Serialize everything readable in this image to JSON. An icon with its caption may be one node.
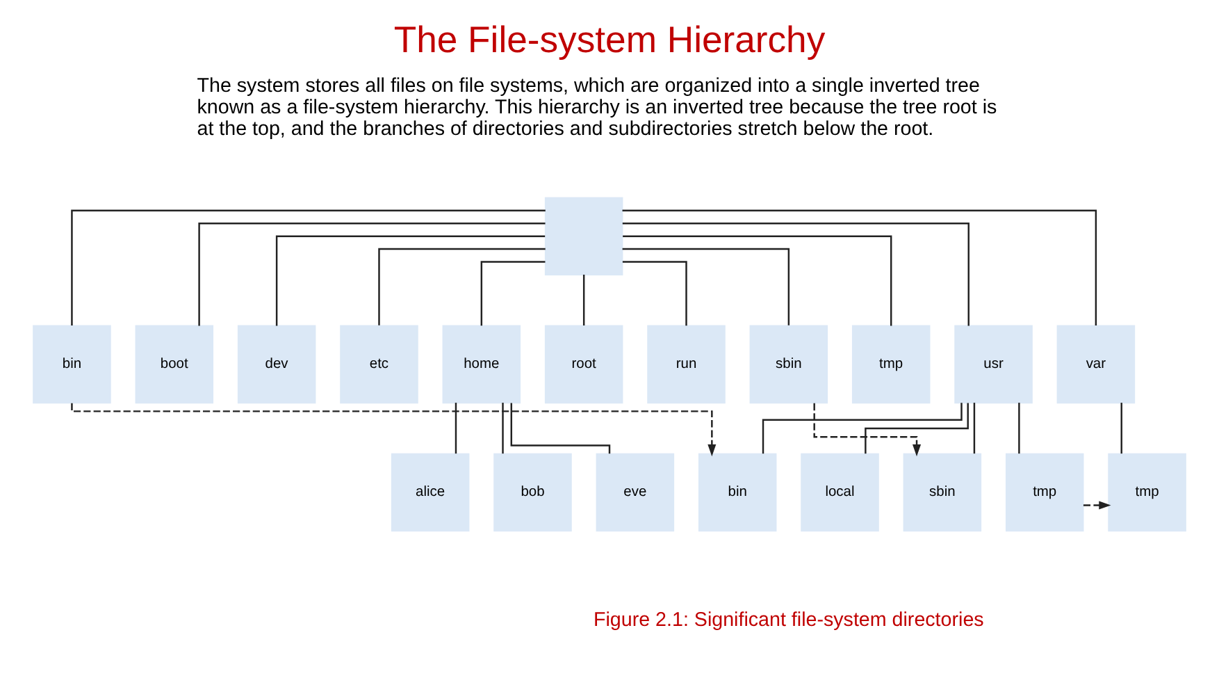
{
  "diagram": {
    "title": "The File-system Hierarchy",
    "caption": "Figure 2.1: Significant file-system directories",
    "nodes": [
      {
        "text": [],
        "shape": "box"
      },
      {
        "text": [
          "bin"
        ]
      },
      {
        "text": [
          "boot"
        ]
      },
      {
        "text": [
          "dev"
        ]
      },
      {
        "text": [
          "etc"
        ]
      },
      {
        "text": [
          "home"
        ]
      },
      {
        "text": [
          "root"
        ]
      },
      {
        "text": [
          "run"
        ]
      },
      {
        "text": [
          "sbin"
        ]
      },
      {
        "text": [
          "tmp"
        ]
      },
      {
        "text": [
          "usr"
        ]
      },
      {
        "text": [
          "var"
        ]
      },
      {
        "text": [
          "alice"
        ]
      },
      {
        "text": [
          "bob"
        ]
      },
      {
        "text": [
          "eve"
        ]
      },
      {
        "text": [
          "bin"
        ]
      },
      {
        "text": [
          "local"
        ]
      },
      {
        "text": [
          "sbin"
        ]
      },
      {
        "text": [
          "tmp"
        ]
      },
      {
        "text": [
          "tmp"
        ]
      }
    ],
    "edges": [
      {
        "from": 0,
        "to": 1,
        "arrow": "none"
      },
      {
        "from": 0,
        "to": 2,
        "arrow": "none"
      },
      {
        "from": 0,
        "to": 3,
        "arrow": "none"
      },
      {
        "from": 0,
        "to": 4,
        "arrow": "none"
      },
      {
        "from": 0,
        "to": 5,
        "arrow": "none"
      },
      {
        "from": 0,
        "to": 6,
        "arrow": "none"
      },
      {
        "from": 0,
        "to": 7,
        "arrow": "none"
      },
      {
        "from": 0,
        "to": 8,
        "arrow": "none"
      },
      {
        "from": 0,
        "to": 9,
        "arrow": "none"
      },
      {
        "from": 0,
        "to": 10,
        "arrow": "none"
      },
      {
        "from": 0,
        "to": 11,
        "arrow": "none"
      },
      {
        "from": 5,
        "to": 12,
        "arrow": "none"
      },
      {
        "from": 5,
        "to": 13,
        "arrow": "none"
      },
      {
        "from": 5,
        "to": 14,
        "arrow": "none"
      },
      {
        "from": 10,
        "to": 15,
        "arrow": "none"
      },
      {
        "from": 10,
        "to": 16,
        "arrow": "none"
      },
      {
        "from": 10,
        "to": 17,
        "arrow": "none"
      },
      {
        "from": 10,
        "to": 18,
        "arrow": "none"
      },
      {
        "from": 11,
        "to": 19,
        "arrow": "none"
      },
      {
        "from": 1,
        "to": 15,
        "arrow": "to",
        "style": "dashed"
      },
      {
        "from": 8,
        "to": 17,
        "arrow": "to",
        "style": "dashed"
      },
      {
        "from": 18,
        "to": 19,
        "arrow": "to",
        "style": "dashed"
      }
    ],
    "labels": [
      "The system stores all files on file systems, which are organized into a single inverted tree known as a file-system hierarchy. This hierarchy is an inverted tree because the tree root is at the top, and the branches of directories and subdirectories stretch below the root."
    ]
  }
}
